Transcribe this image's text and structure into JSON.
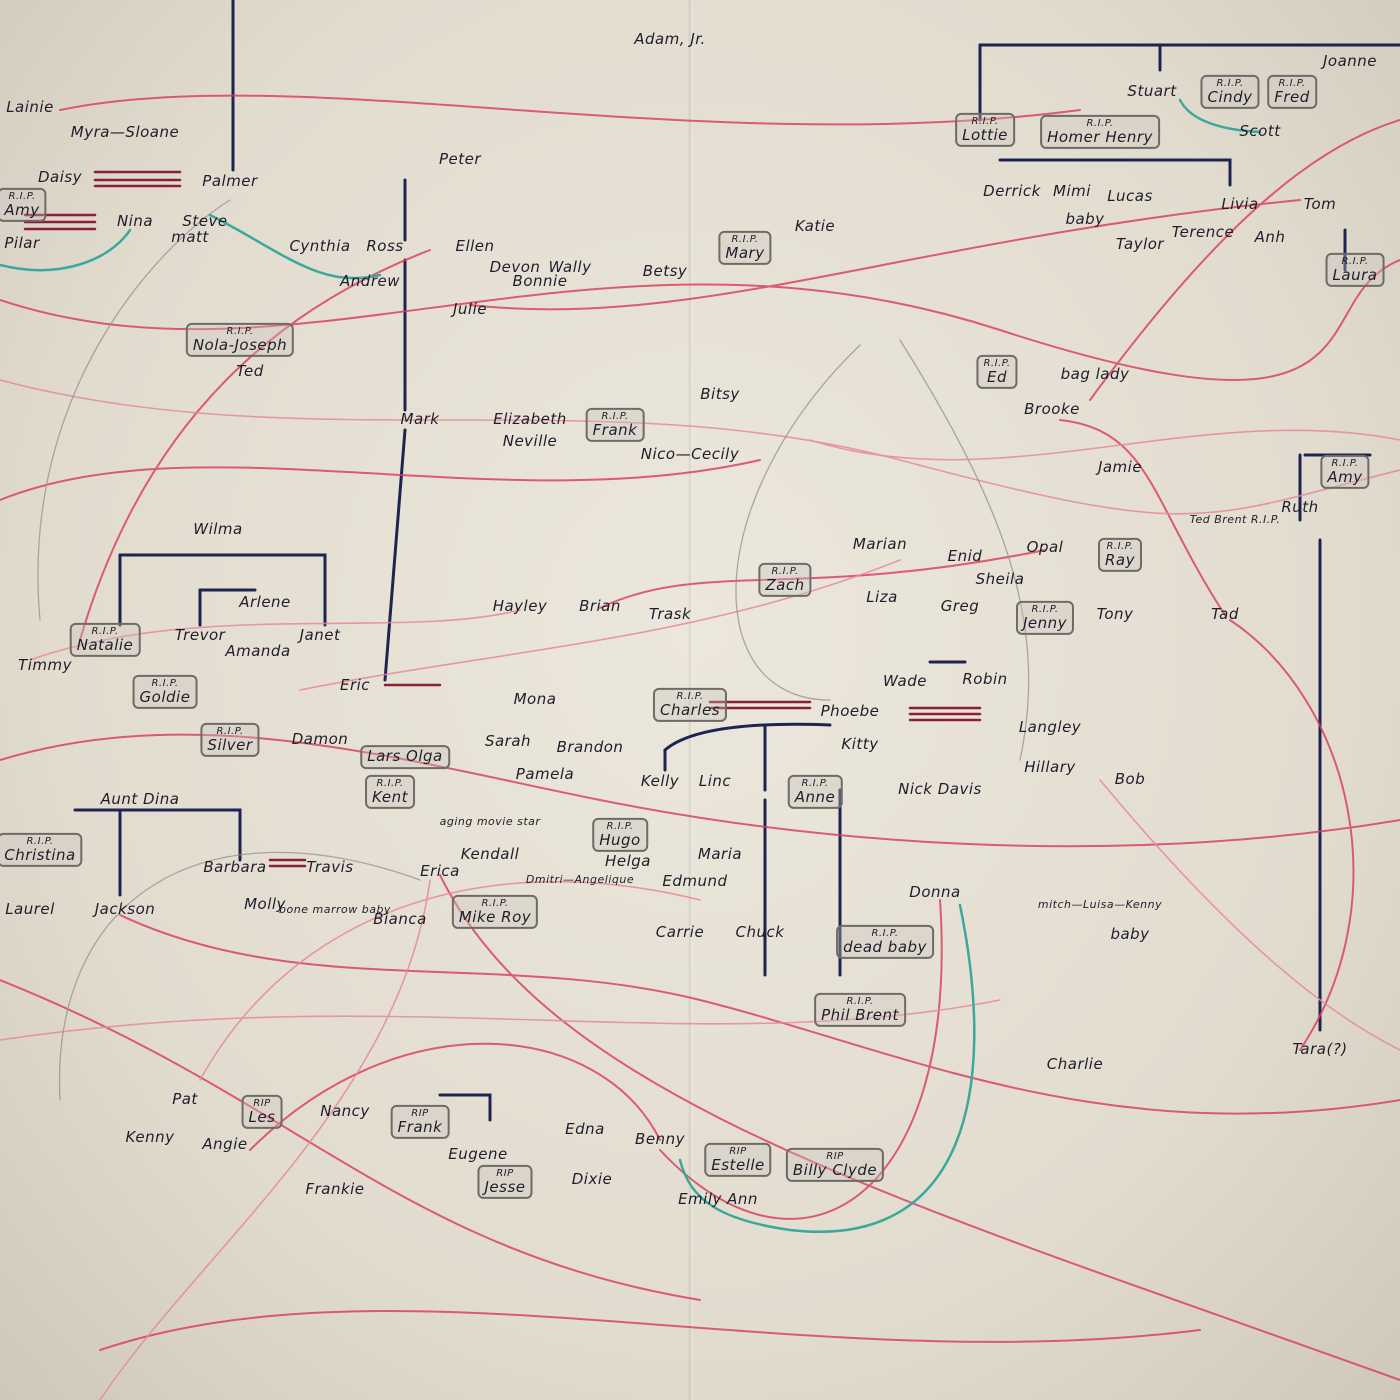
{
  "title": "Adam, Jr.",
  "colors": {
    "paper": "#e7e1d6",
    "ink": "#1f1d2b",
    "red": "#d93a5a",
    "pink": "#e58a9c",
    "maroon": "#8a1f3c",
    "teal": "#3aa89a",
    "navy": "#1d2452",
    "pencil": "#9a9490"
  },
  "nodes": [
    {
      "label": "Adam, Jr."
    },
    {
      "label": "Lainie"
    },
    {
      "label": "Myra—Sloane"
    },
    {
      "label": "Daisy"
    },
    {
      "label": "Palmer"
    },
    {
      "label": "Amy",
      "sub": "R.I.P.",
      "boxed": true
    },
    {
      "label": "Nina"
    },
    {
      "label": "Steve"
    },
    {
      "label": "matt"
    },
    {
      "label": "Pilar"
    },
    {
      "label": "Peter"
    },
    {
      "label": "Cynthia"
    },
    {
      "label": "Ross"
    },
    {
      "label": "Ellen"
    },
    {
      "label": "Andrew"
    },
    {
      "label": "Devon"
    },
    {
      "label": "Wally"
    },
    {
      "label": "Bonnie"
    },
    {
      "label": "Julie"
    },
    {
      "label": "Betsy"
    },
    {
      "label": "Mary",
      "sub": "R.I.P.",
      "boxed": true
    },
    {
      "label": "Katie"
    },
    {
      "label": "Nola-Joseph",
      "sub": "R.I.P.",
      "boxed": true
    },
    {
      "label": "Ted"
    },
    {
      "label": "Mark"
    },
    {
      "label": "Elizabeth"
    },
    {
      "label": "Frank",
      "sub": "R.I.P.",
      "boxed": true
    },
    {
      "label": "Neville"
    },
    {
      "label": "Nico—Cecily"
    },
    {
      "label": "Bitsy"
    },
    {
      "label": "Lottie",
      "sub": "R.I.P.",
      "boxed": true
    },
    {
      "label": "Homer  Henry",
      "sub": "R.I.P.",
      "boxed": true
    },
    {
      "label": "Stuart"
    },
    {
      "label": "Cindy",
      "sub": "R.I.P.",
      "boxed": true
    },
    {
      "label": "Fred",
      "sub": "R.I.P.",
      "boxed": true
    },
    {
      "label": "Joanne"
    },
    {
      "label": "Scott"
    },
    {
      "label": "Derrick"
    },
    {
      "label": "Mimi"
    },
    {
      "label": "Lucas"
    },
    {
      "label": "baby"
    },
    {
      "label": "Taylor"
    },
    {
      "label": "Livia"
    },
    {
      "label": "Terence"
    },
    {
      "label": "Anh"
    },
    {
      "label": "Tom"
    },
    {
      "label": "Laura",
      "sub": "R.I.P.",
      "boxed": true
    },
    {
      "label": "Ed",
      "sub": "R.I.P.",
      "boxed": true
    },
    {
      "label": "bag lady"
    },
    {
      "label": "Brooke"
    },
    {
      "label": "Jamie"
    },
    {
      "label": "Amy",
      "sub": "R.I.P.",
      "boxed": true
    },
    {
      "label": "Ted Brent R.I.P."
    },
    {
      "label": "Ruth"
    },
    {
      "label": "Wilma"
    },
    {
      "label": "Arlene"
    },
    {
      "label": "Janet"
    },
    {
      "label": "Trevor"
    },
    {
      "label": "Amanda"
    },
    {
      "label": "Natalie",
      "sub": "R.I.P.",
      "boxed": true
    },
    {
      "label": "Timmy"
    },
    {
      "label": "Goldie",
      "sub": "R.I.P.",
      "boxed": true
    },
    {
      "label": "Eric"
    },
    {
      "label": "Silver",
      "sub": "R.I.P.",
      "boxed": true
    },
    {
      "label": "Damon"
    },
    {
      "label": "Hayley"
    },
    {
      "label": "Brian"
    },
    {
      "label": "Trask"
    },
    {
      "label": "Zach",
      "sub": "R.I.P.",
      "boxed": true
    },
    {
      "label": "Marian"
    },
    {
      "label": "Liza"
    },
    {
      "label": "Enid"
    },
    {
      "label": "Sheila"
    },
    {
      "label": "Greg"
    },
    {
      "label": "Opal"
    },
    {
      "label": "Ray",
      "sub": "R.I.P.",
      "boxed": true
    },
    {
      "label": "Jenny",
      "sub": "R.I.P.",
      "boxed": true
    },
    {
      "label": "Tony"
    },
    {
      "label": "Tad"
    },
    {
      "label": "Mona"
    },
    {
      "label": "Charles",
      "sub": "R.I.P.",
      "boxed": true
    },
    {
      "label": "Phoebe"
    },
    {
      "label": "Wade"
    },
    {
      "label": "Robin"
    },
    {
      "label": "Langley"
    },
    {
      "label": "Hillary"
    },
    {
      "label": "Bob"
    },
    {
      "label": "Sarah"
    },
    {
      "label": "Brandon"
    },
    {
      "label": "Pamela"
    },
    {
      "label": "Kelly"
    },
    {
      "label": "Linc"
    },
    {
      "label": "Kitty"
    },
    {
      "label": "Anne",
      "sub": "R.I.P.",
      "boxed": true
    },
    {
      "label": "Nick Davis"
    },
    {
      "label": "Lars  Olga",
      "boxed": true
    },
    {
      "label": "Kent",
      "sub": "R.I.P.",
      "boxed": true
    },
    {
      "label": "Aunt Dina"
    },
    {
      "label": "Christina",
      "sub": "R.I.P.",
      "boxed": true
    },
    {
      "label": "Laurel"
    },
    {
      "label": "Jackson"
    },
    {
      "label": "Barbara"
    },
    {
      "label": "Travis"
    },
    {
      "label": "Molly"
    },
    {
      "label": "bone marrow baby"
    },
    {
      "label": "Bianca"
    },
    {
      "label": "Erica"
    },
    {
      "label": "aging movie star"
    },
    {
      "label": "Kendall"
    },
    {
      "label": "Mike Roy",
      "sub": "R.I.P.",
      "boxed": true
    },
    {
      "label": "Dmitri—Angelique"
    },
    {
      "label": "Hugo",
      "sub": "R.I.P.",
      "boxed": true
    },
    {
      "label": "Helga"
    },
    {
      "label": "Maria"
    },
    {
      "label": "Edmund"
    },
    {
      "label": "Carrie"
    },
    {
      "label": "Chuck"
    },
    {
      "label": "dead baby",
      "sub": "R.I.P.",
      "boxed": true
    },
    {
      "label": "Donna"
    },
    {
      "label": "mitch—Luisa—Kenny"
    },
    {
      "label": "baby"
    },
    {
      "label": "Phil Brent",
      "sub": "R.I.P.",
      "boxed": true
    },
    {
      "label": "Tara(?)"
    },
    {
      "label": "Charlie"
    },
    {
      "label": "Pat"
    },
    {
      "label": "Les",
      "sub": "RIP",
      "boxed": true
    },
    {
      "label": "Kenny"
    },
    {
      "label": "Angie"
    },
    {
      "label": "Frankie"
    },
    {
      "label": "Nancy"
    },
    {
      "label": "Frank",
      "sub": "RIP",
      "boxed": true
    },
    {
      "label": "Eugene"
    },
    {
      "label": "Jesse",
      "sub": "RIP",
      "boxed": true
    },
    {
      "label": "Edna"
    },
    {
      "label": "Benny"
    },
    {
      "label": "Dixie"
    },
    {
      "label": "Estelle",
      "sub": "RIP",
      "boxed": true
    },
    {
      "label": "Billy Clyde",
      "sub": "RIP",
      "boxed": true
    },
    {
      "label": "Emily Ann"
    }
  ]
}
